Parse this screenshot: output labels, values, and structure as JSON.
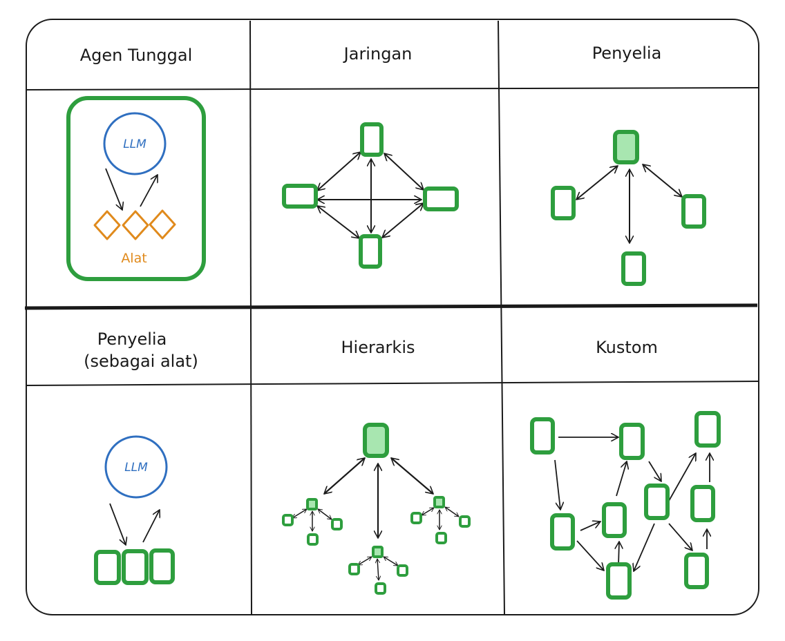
{
  "colors": {
    "ink": "#1a1a1a",
    "node_stroke": "#2e9e3e",
    "node_fill_highlight": "#a8e6b0",
    "llm_blue": "#2f6fc0",
    "tool_orange": "#e08a1c"
  },
  "panels": [
    {
      "id": "single-agent",
      "title": "Agen Tunggal",
      "llm_label": "LLM",
      "tools_label": "Alat"
    },
    {
      "id": "network",
      "title": "Jaringan"
    },
    {
      "id": "supervisor",
      "title": "Penyelia"
    },
    {
      "id": "supervisor-tool",
      "title_line1": "Penyelia",
      "title_line2": "(sebagai alat)",
      "llm_label": "LLM"
    },
    {
      "id": "hierarchical",
      "title": "Hierarkis"
    },
    {
      "id": "custom",
      "title": "Kustom"
    }
  ]
}
